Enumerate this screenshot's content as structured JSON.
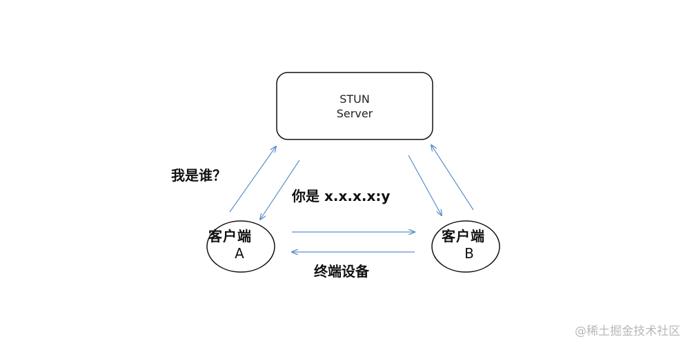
{
  "server": {
    "line1": "STUN",
    "line2": "Server"
  },
  "client_a": {
    "title": "客户端",
    "name": "A"
  },
  "client_b": {
    "title": "客户端",
    "name": "B"
  },
  "labels": {
    "who_am_i": "我是谁？",
    "you_are": "你是 x.x.x.x:y",
    "terminal_devices": "终端设备"
  },
  "watermark": "@稀土掘金技术社区",
  "colors": {
    "arrow": "#5b8fc9",
    "outline": "#111111"
  }
}
